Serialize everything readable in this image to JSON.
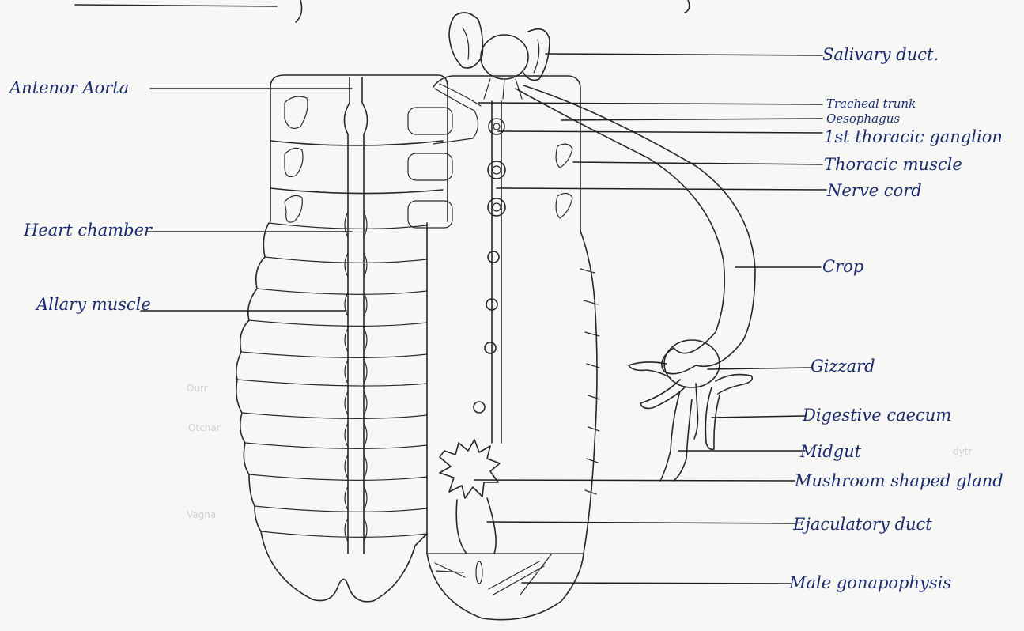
{
  "diagram": {
    "labels": {
      "anterior_aorta": "Antenor Aorta",
      "heart_chamber": "Heart chamber",
      "alary_muscle": "Allary muscle",
      "salivary_duct": "Salivary duct.",
      "tracheal_trunk": "Tracheal trunk",
      "oesophagus": "Oesophagus",
      "first_thoracic_ganglion": "1st thoracic ganglion",
      "thoracic_muscle": "Thoracic muscle",
      "nerve_cord": "Nerve cord",
      "crop": "Crop",
      "gizzard": "Gizzard",
      "digestive_caecum": "Digestive caecum",
      "midgut": "Midgut",
      "mushroom_gland": "Mushroom shaped gland",
      "ejaculatory_duct": "Ejaculatory duct",
      "male_gonapophysis": "Male gonapophysis"
    }
  }
}
